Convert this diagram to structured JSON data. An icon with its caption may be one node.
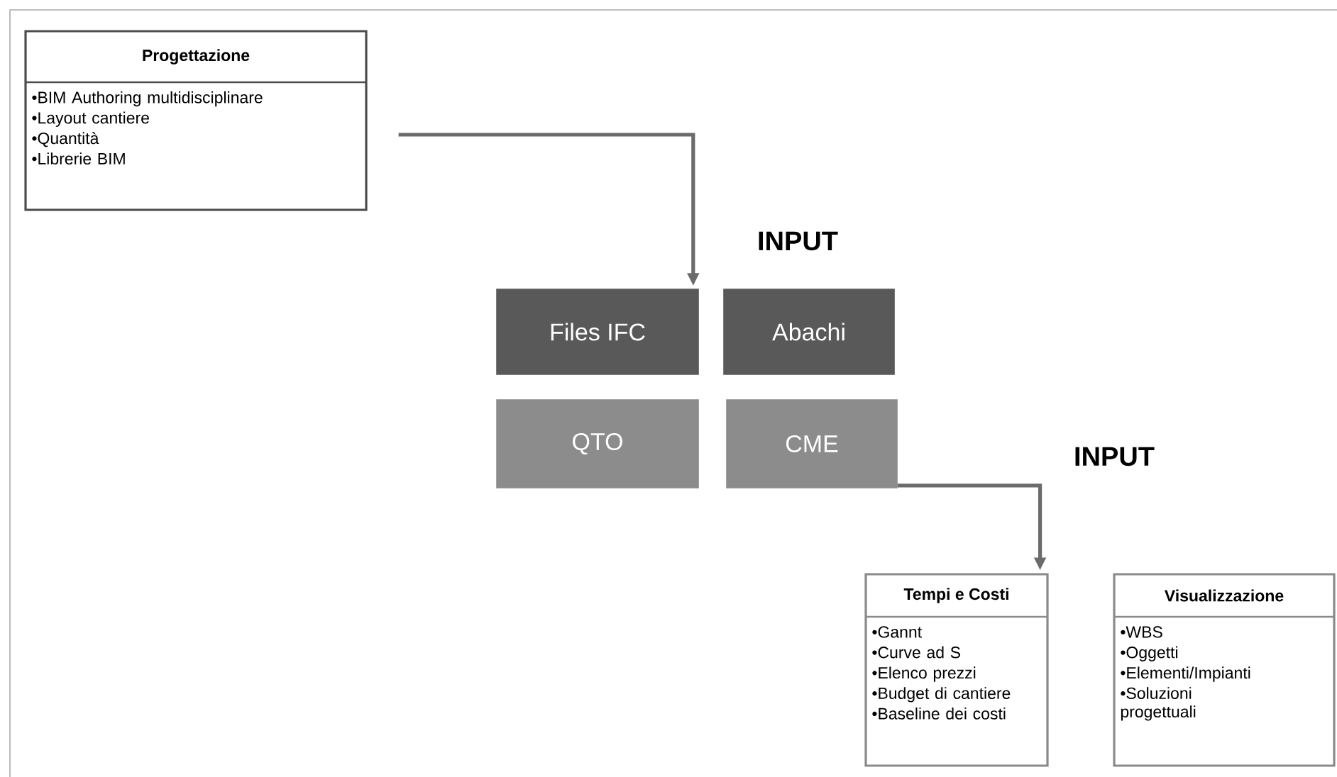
{
  "diagram": {
    "nodes": [
      {
        "text": [
          "Progettazione",
          "•BIM Authoring multidisciplinare",
          "•Layout cantiere",
          "•Quantità",
          "•Librerie BIM"
        ]
      },
      {
        "text": [
          "Files IFC"
        ]
      },
      {
        "text": [
          "Abachi"
        ]
      },
      {
        "text": [
          "QTO"
        ]
      },
      {
        "text": [
          "CME"
        ]
      },
      {
        "text": [
          "Tempi e Costi",
          "•Gannt",
          "•Curve ad S",
          "•Elenco prezzi",
          "•Budget di cantiere",
          "•Baseline dei costi"
        ]
      },
      {
        "text": [
          "Visualizzazione",
          "•WBS",
          "•Oggetti",
          "•Elementi/Impianti",
          "•Soluzioni progettuali"
        ]
      }
    ],
    "edges": [
      {
        "from": 0,
        "to": 1,
        "arrow": "to",
        "label": "INPUT"
      },
      {
        "from": 4,
        "to": 5,
        "arrow": "to",
        "label": "INPUT"
      }
    ]
  }
}
